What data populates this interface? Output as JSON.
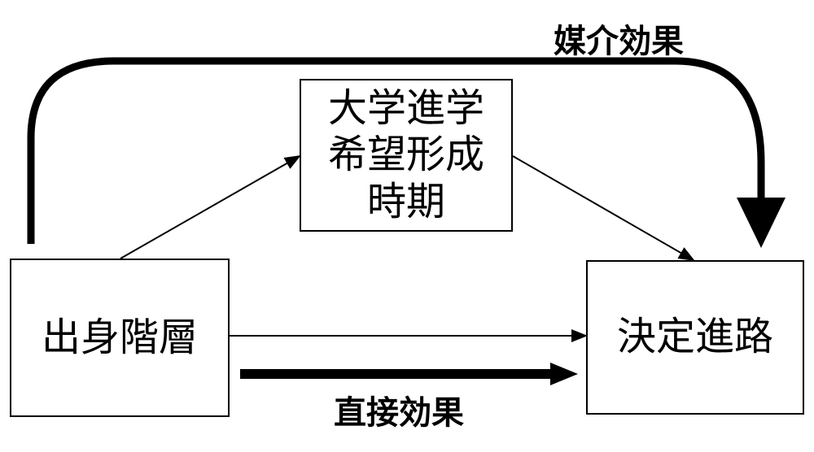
{
  "nodes": {
    "origin": "出身階層",
    "mid": "大学進学希望形成時期",
    "dest": "決定進路"
  },
  "labels": {
    "mediated": "媒介効果",
    "direct": "直接効果"
  }
}
